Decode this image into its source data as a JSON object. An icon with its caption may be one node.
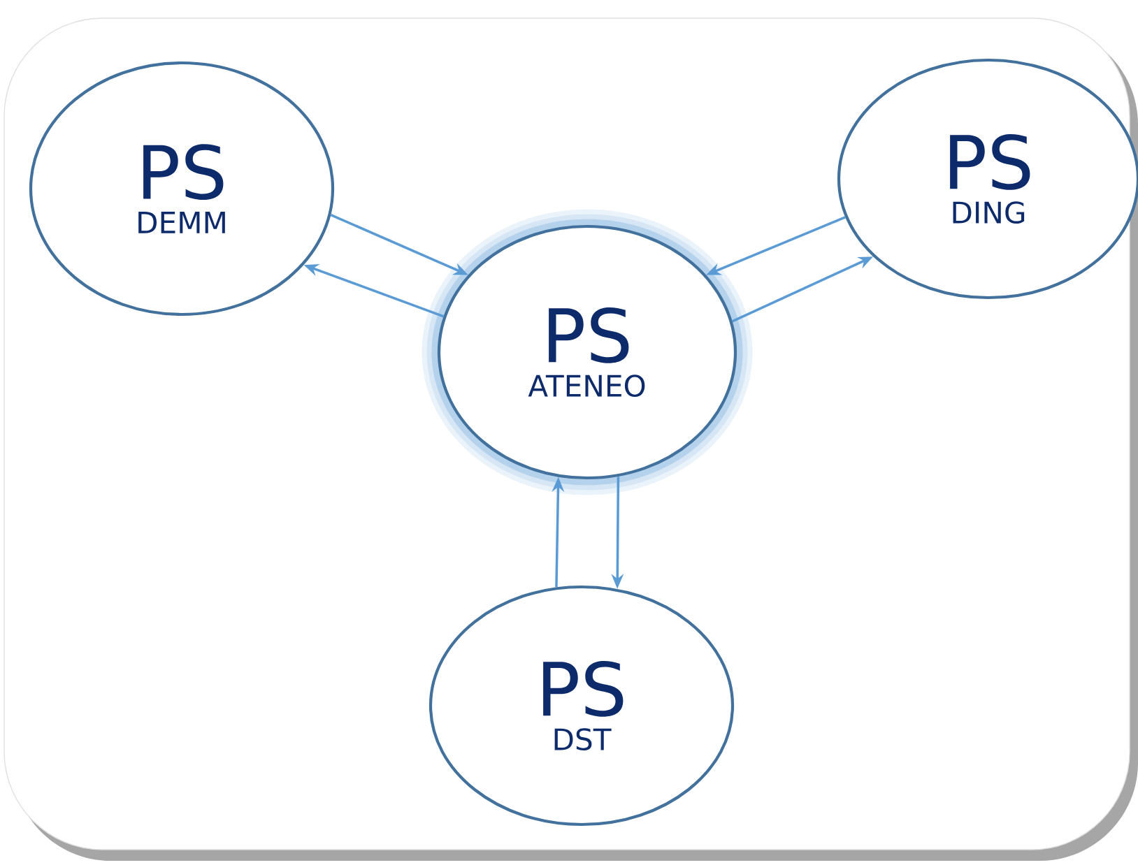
{
  "diagram": {
    "nodes": [
      {
        "text": [
          "PS",
          "DEMM"
        ]
      },
      {
        "text": [
          "PS",
          "ATENEO"
        ]
      },
      {
        "text": [
          "PS",
          "DING"
        ]
      },
      {
        "text": [
          "PS",
          "DST"
        ]
      }
    ],
    "edges": [
      {
        "from": 0,
        "to": 1,
        "arrow": "to"
      },
      {
        "from": 1,
        "to": 0,
        "arrow": "to"
      },
      {
        "from": 2,
        "to": 1,
        "arrow": "to"
      },
      {
        "from": 1,
        "to": 2,
        "arrow": "to"
      },
      {
        "from": 3,
        "to": 1,
        "arrow": "to"
      },
      {
        "from": 1,
        "to": 3,
        "arrow": "to"
      }
    ]
  }
}
